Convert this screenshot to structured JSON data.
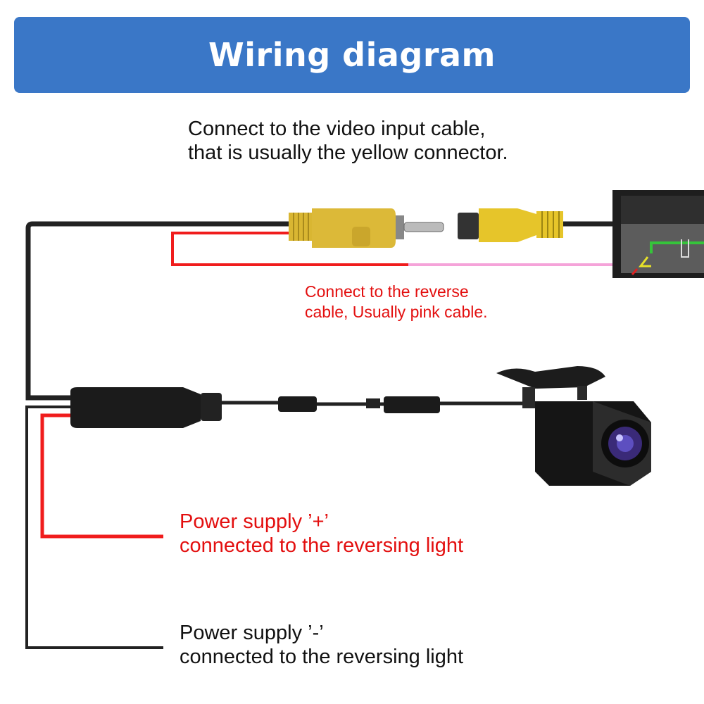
{
  "header": {
    "title": "Wiring diagram"
  },
  "labels": {
    "video_line1": "Connect to the video input cable,",
    "video_line2": "that is usually the yellow connector.",
    "reverse_line1": "Connect to the reverse",
    "reverse_line2": "cable, Usually pink cable.",
    "power_plus_line1": "Power supply ’+’",
    "power_plus_line2": "connected to the reversing light",
    "power_minus_line1": "Power supply ’-’",
    "power_minus_line2": "connected to the reversing light"
  },
  "colors": {
    "header_blue": "#3a77c7",
    "red_wire": "#f01c1c",
    "pink_wire": "#f5a3d9",
    "black_wire": "#222222",
    "yellow_connector": "#d9b632",
    "red_text": "#e30f0f"
  }
}
